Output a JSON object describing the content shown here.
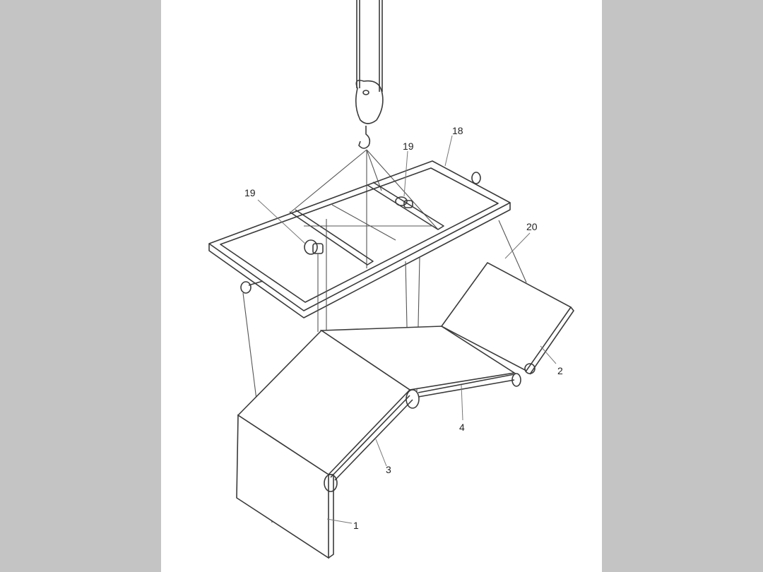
{
  "figure": {
    "type": "patent-style isometric line drawing",
    "subject": "crane-lifted spreader frame with suspended hinged panels",
    "colors": {
      "background": "#c4c4c4",
      "sheet": "#ffffff",
      "line": "#3a3a3a"
    }
  },
  "labels": [
    {
      "id": "18",
      "text": "18",
      "part": "spreader-frame"
    },
    {
      "id": "19a",
      "text": "19",
      "part": "winch-right"
    },
    {
      "id": "19b",
      "text": "19",
      "part": "winch-left"
    },
    {
      "id": "20",
      "text": "20",
      "part": "suspension-cable"
    },
    {
      "id": "2",
      "text": "2",
      "part": "panel-right"
    },
    {
      "id": "4",
      "text": "4",
      "part": "hinge-rod-middle"
    },
    {
      "id": "3",
      "text": "3",
      "part": "hinge-rod-left"
    },
    {
      "id": "1",
      "text": "1",
      "part": "panel-front"
    }
  ]
}
